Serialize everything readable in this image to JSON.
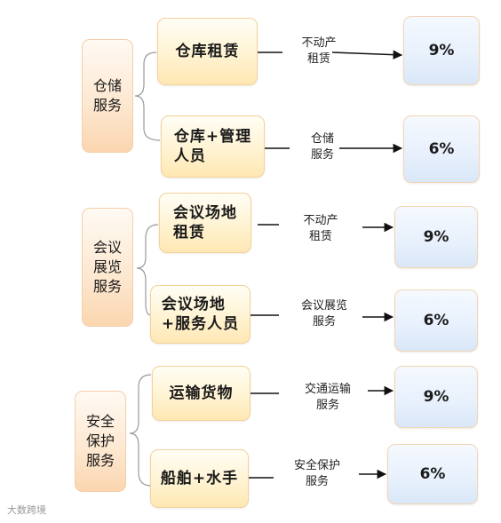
{
  "categories": [
    {
      "label": "仓储\n服务",
      "items": [
        {
          "sub": "仓库租赁",
          "tax": "不动产\n租赁",
          "rate": "9%"
        },
        {
          "sub": "仓库+管理\n人员",
          "tax": "仓储\n服务",
          "rate": "6%"
        }
      ]
    },
    {
      "label": "会议\n展览\n服务",
      "items": [
        {
          "sub": "会议场地\n租赁",
          "tax": "不动产\n租赁",
          "rate": "9%"
        },
        {
          "sub": "会议场地\n+服务人员",
          "tax": "会议展览\n服务",
          "rate": "6%"
        }
      ]
    },
    {
      "label": "安全\n保护\n服务",
      "items": [
        {
          "sub": "运输货物",
          "tax": "交通运输\n服务",
          "rate": "9%"
        },
        {
          "sub": "船舶+水手",
          "tax": "安全保护\n服务",
          "rate": "6%"
        }
      ]
    }
  ],
  "watermark": "大数跨境"
}
